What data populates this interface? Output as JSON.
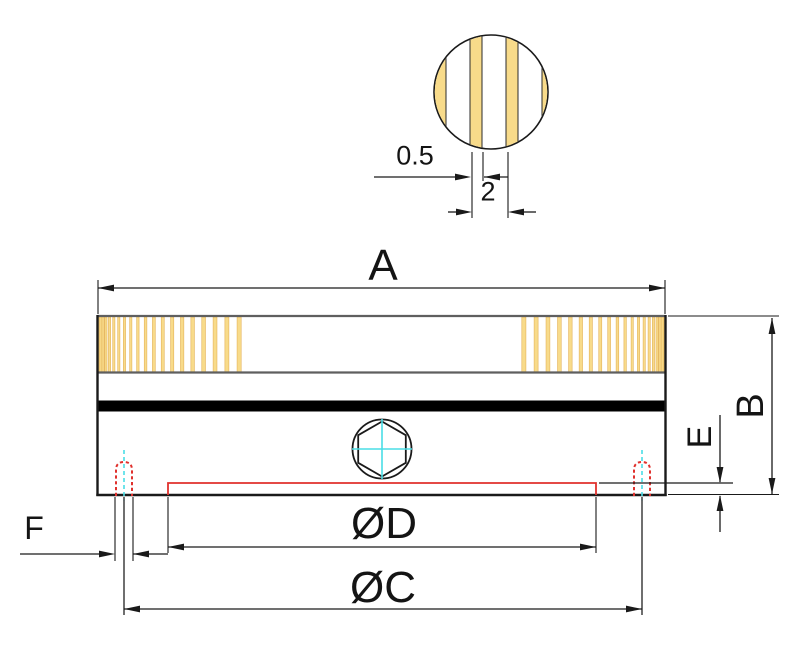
{
  "drawing": {
    "type": "technical-drawing-magnetic-chuck-side-view",
    "detail_view": {
      "separator_width_label": "0.5",
      "pole_pitch_label": "2"
    },
    "dimensions": {
      "overall_width": "A",
      "overall_height": "B",
      "bolt_circle_diameter": "ØC",
      "recess_diameter": "ØD",
      "recess_depth": "E",
      "hole_diameter": "F"
    },
    "colors": {
      "pole": "#F8DB8A",
      "pole_edge": "#E4B258",
      "outline": "#1A1A1A",
      "gray": "#5F5F5F",
      "dim": "#1A1A1A",
      "red": "#E0312D",
      "cyan": "#4ADEE6"
    }
  }
}
